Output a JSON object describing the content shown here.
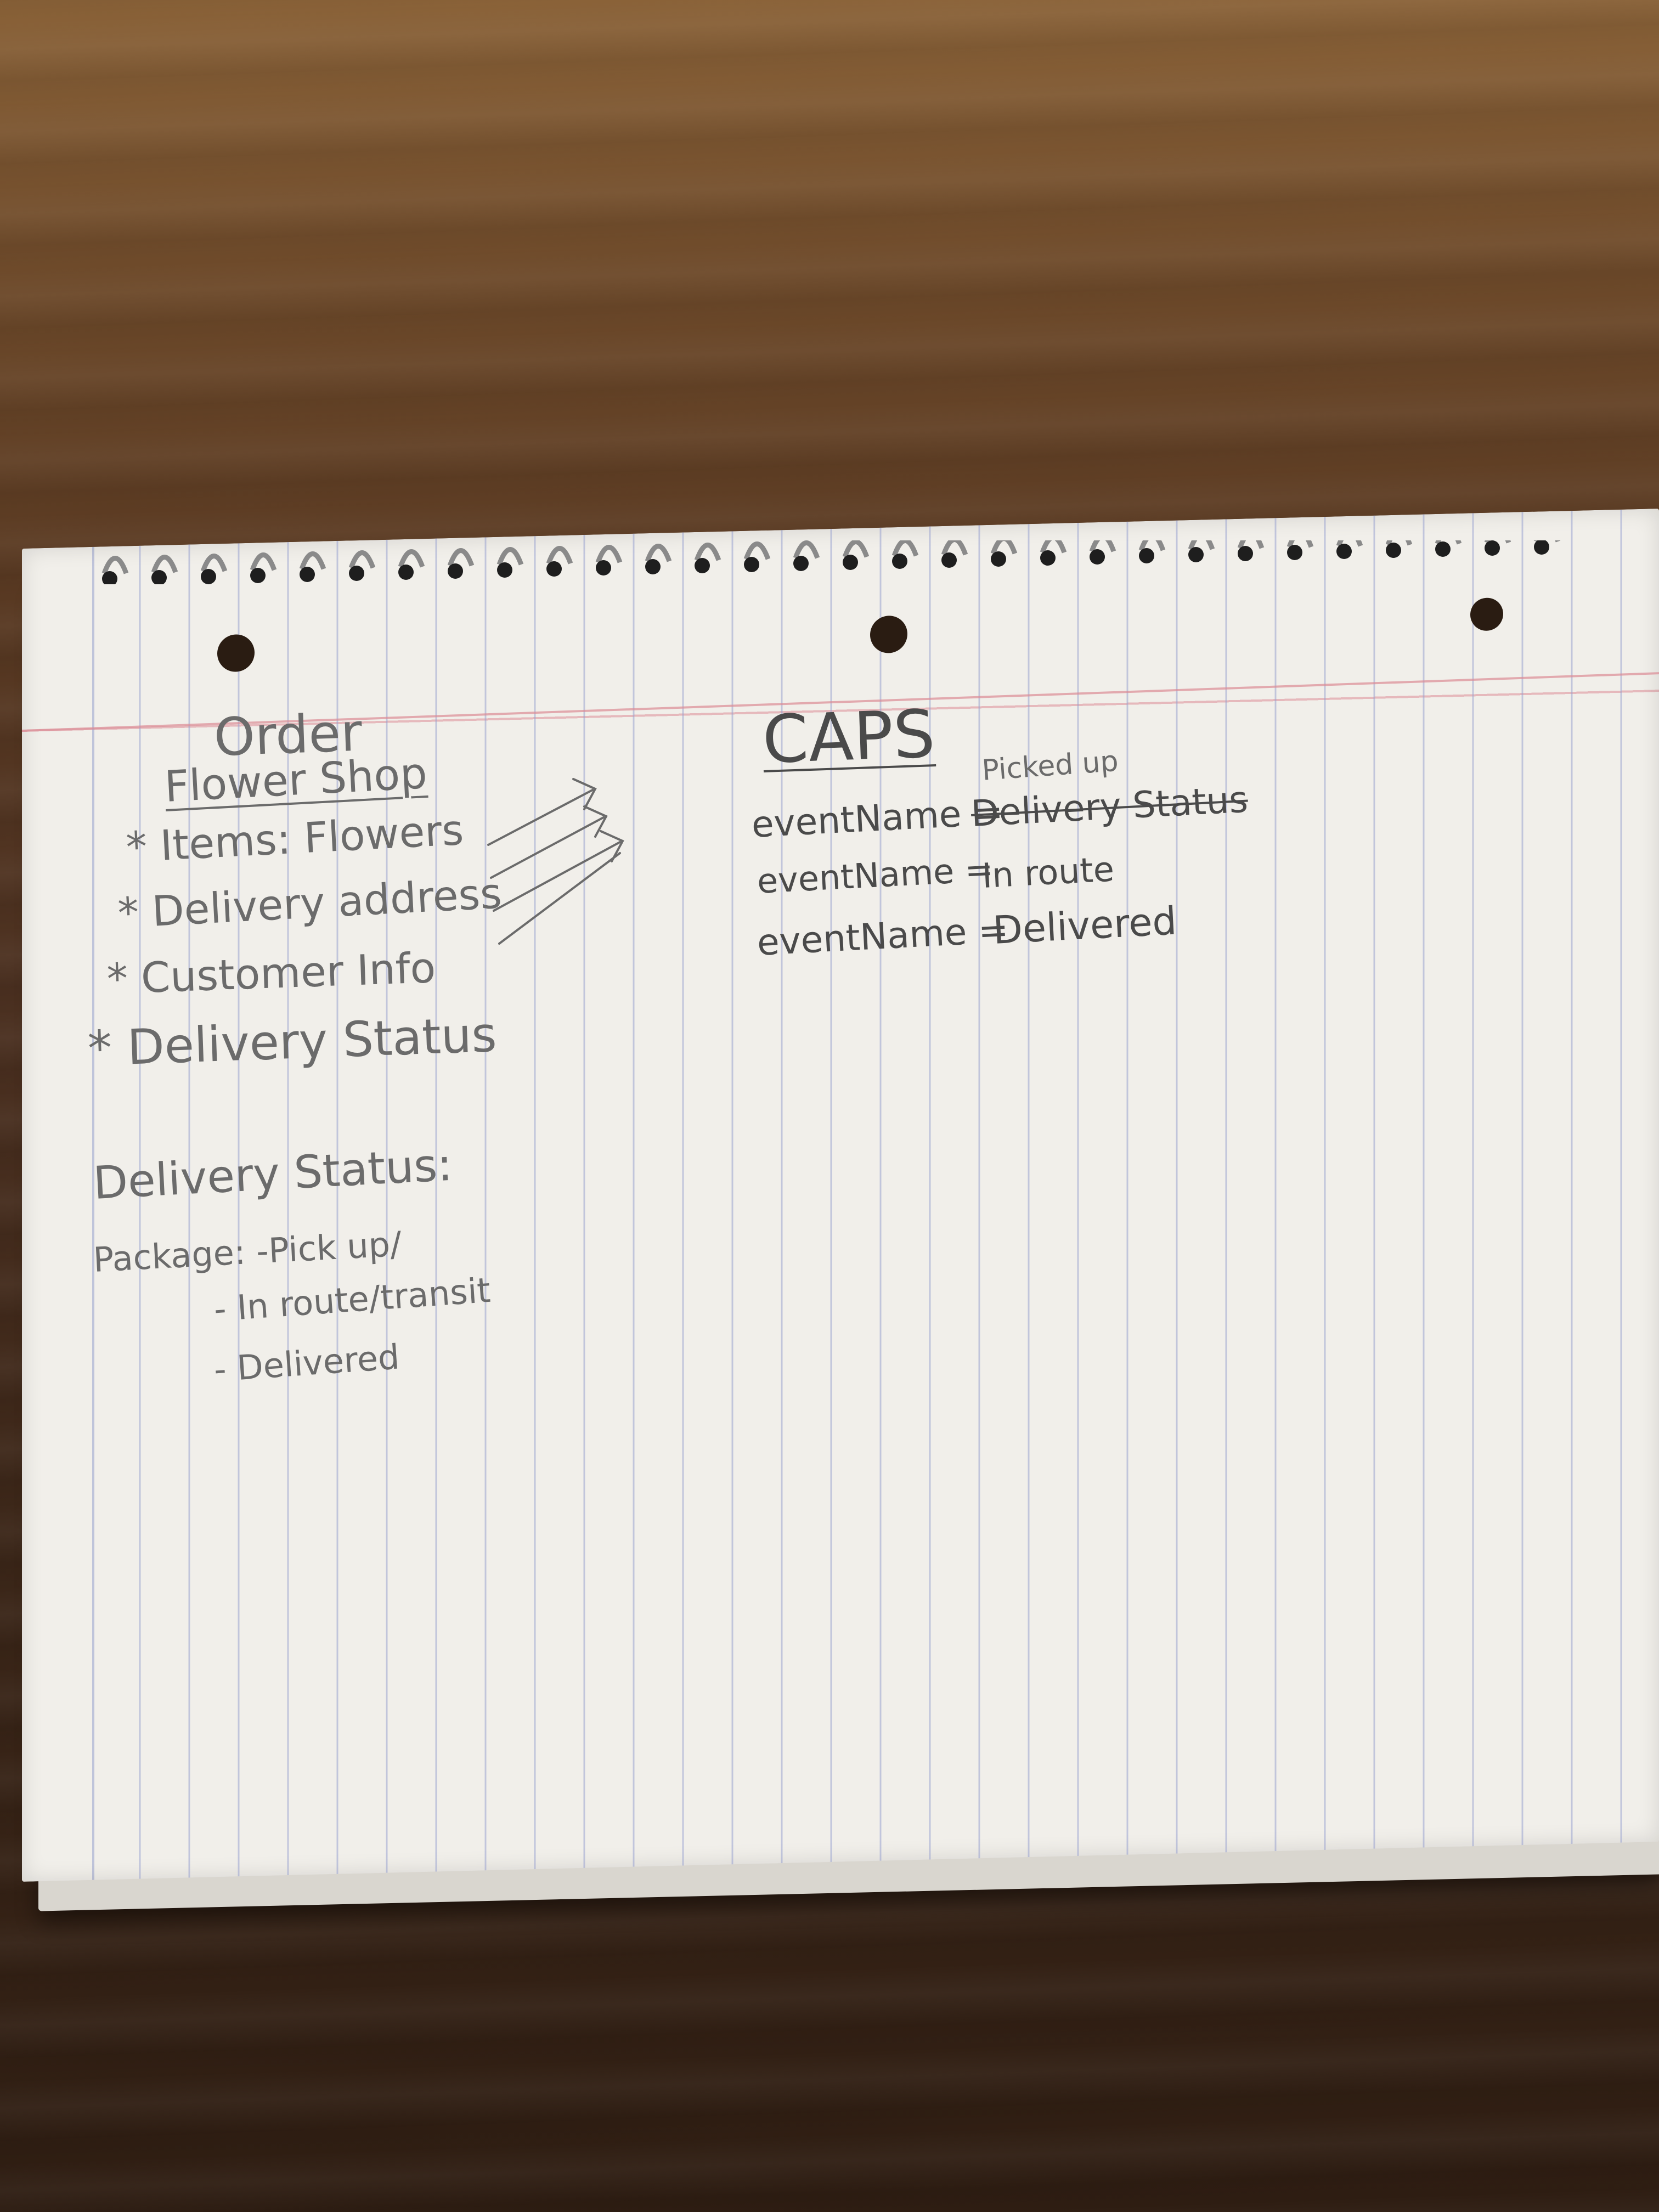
{
  "notebook": {
    "left_column": {
      "title": "Order",
      "struck_title": "Flower Shop",
      "items": [
        "* Items: Flowers",
        "* Delivery address",
        "* Customer Info",
        "* Delivery Status"
      ],
      "section_heading": "Delivery Status:",
      "package_label": "Package: -Pick up/",
      "package_steps": [
        "- In route/transit",
        "- Delivered"
      ]
    },
    "right_column": {
      "title": "CAPS",
      "insert_above": "Picked up",
      "events": [
        {
          "key": "eventName =",
          "value": "Delivery Status",
          "struck": true
        },
        {
          "key": "eventName =",
          "value": "In route",
          "struck": false
        },
        {
          "key": "eventName =",
          "value": "Delivered",
          "struck": false
        }
      ]
    }
  },
  "icons": [
    "arrow-icon",
    "spiral-binding-icon"
  ],
  "colors": {
    "desk_wood": "#4b3020",
    "paper": "#f1efea",
    "rule_blue": "#96a0cd",
    "margin_red": "#dc8c96",
    "pencil": "#6b6b6b"
  }
}
